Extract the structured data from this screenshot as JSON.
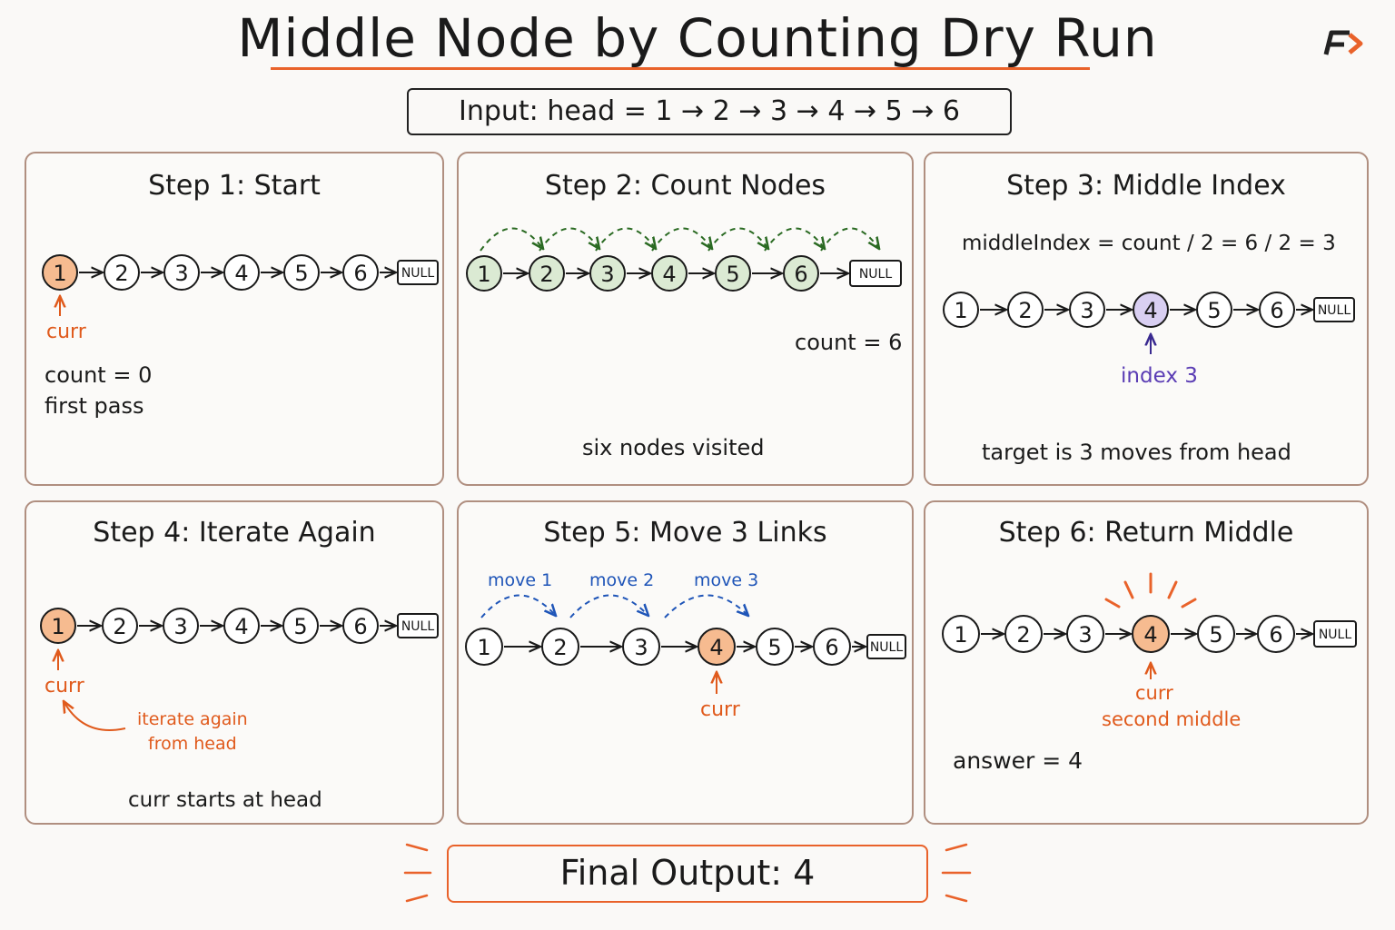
{
  "title": "Middle Node by Counting Dry Run",
  "input_text": "Input: head = 1 → 2 → 3 → 4 → 5 → 6",
  "null_label": "NULL",
  "nodes": [
    "1",
    "2",
    "3",
    "4",
    "5",
    "6"
  ],
  "colors": {
    "accent": "#e9622a",
    "orange_fill": "#f6bb90",
    "green_fill": "#dbead3",
    "green_stroke": "#2a6a22",
    "purple_fill": "#d9cff2",
    "blue": "#1f55b8"
  },
  "steps": [
    {
      "title": "Step 1: Start",
      "pointer": "curr",
      "lines": [
        "count = 0",
        "first pass"
      ]
    },
    {
      "title": "Step 2: Count Nodes",
      "count_text": "count = 6",
      "caption": "six nodes visited"
    },
    {
      "title": "Step 3: Middle Index",
      "formula": "middleIndex = count / 2 = 6 / 2 = 3",
      "pointer": "index 3",
      "caption": "target is 3 moves from head"
    },
    {
      "title": "Step 4: Iterate Again",
      "pointer": "curr",
      "note_line1": "iterate again",
      "note_line2": "from head",
      "caption": "curr starts at head"
    },
    {
      "title": "Step 5: Move 3 Links",
      "moves": [
        "move 1",
        "move 2",
        "move 3"
      ],
      "pointer": "curr"
    },
    {
      "title": "Step 6: Return Middle",
      "pointer": "curr",
      "pointer_sub": "second middle",
      "answer": "answer = 4"
    }
  ],
  "final_output": "Final Output: 4"
}
